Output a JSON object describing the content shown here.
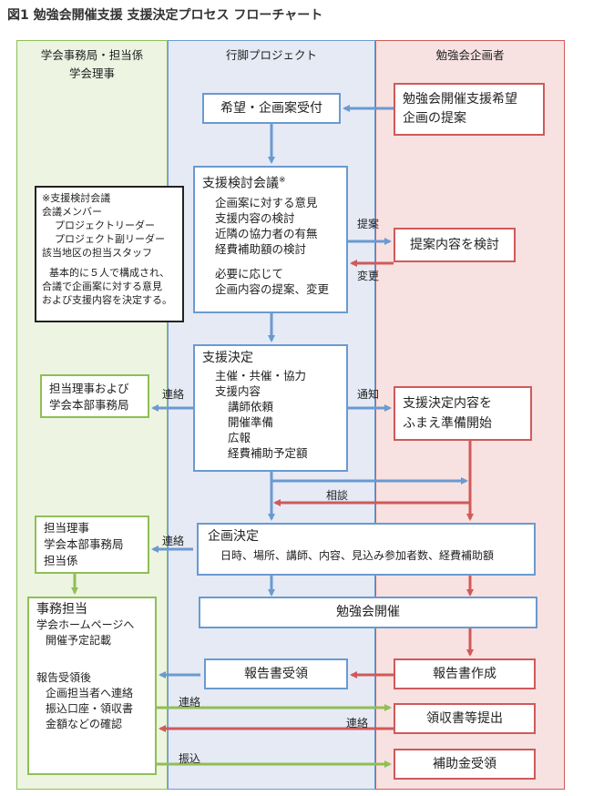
{
  "title": "図1 勉強会開催支援 支援決定プロセス フローチャート",
  "colors": {
    "blue": "#6a9ad0",
    "red": "#cf5a5a",
    "green": "#8fbf55",
    "lane_green": "#edf4e2",
    "lane_blue": "#e6eaf5",
    "lane_red": "#f8e1e1"
  },
  "lanes": {
    "secretariat": {
      "line1": "学会事務局・担当係",
      "line2": "学会理事"
    },
    "project": {
      "line1": "行脚プロジェクト"
    },
    "organizer": {
      "line1": "勉強会企画者"
    }
  },
  "boxes": {
    "proposal": {
      "line1": "勉強会開催支援希望",
      "line2": "企画の提案"
    },
    "reception": {
      "text": "希望・企画案受付"
    },
    "meeting": {
      "title": "支援検討会議",
      "mark": "※",
      "items": [
        "企画案に対する意見",
        "支援内容の検討",
        "近隣の協力者の有無",
        "経費補助額の検討"
      ],
      "extra": [
        "必要に応じて",
        "企画内容の提案、変更"
      ]
    },
    "note": {
      "title": "※支援検討会議",
      "members_label": "会議メンバー",
      "members": [
        "プロジェクトリーダー",
        "プロジェクト副リーダー",
        "該当地区の担当スタッフ"
      ],
      "desc": [
        "基本的に５人で構成され、",
        "合議で企画案に対する意見",
        "および支援内容を決定する。"
      ]
    },
    "review": {
      "text": "提案内容を検討"
    },
    "decision": {
      "title": "支援決定",
      "items": [
        "主催・共催・協力",
        "支援内容"
      ],
      "subitems": [
        "講師依頼",
        "開催準備",
        "広報",
        "経費補助予定額"
      ]
    },
    "director_contact": {
      "line1": "担当理事および",
      "line2": "学会本部事務局"
    },
    "prep_start": {
      "line1": "支援決定内容を",
      "line2": "ふまえ準備開始"
    },
    "plan_decision": {
      "title": "企画決定",
      "detail": "日時、場所、講師、内容、見込み参加者数、経費補助額"
    },
    "plan_contacts": {
      "lines": [
        "担当理事",
        "学会本部事務局",
        "担当係"
      ]
    },
    "study_session": {
      "text": "勉強会開催"
    },
    "office": {
      "title": "事務担当",
      "l1": "学会ホームページへ",
      "l2": "開催予定記載",
      "l3": "報告受領後",
      "l4": "企画担当者へ連絡",
      "l5": "振込口座・領収書",
      "l6": "金額などの確認"
    },
    "report_received": {
      "text": "報告書受領"
    },
    "report_made": {
      "text": "報告書作成"
    },
    "receipt": {
      "text": "領収書等提出"
    },
    "subsidy": {
      "text": "補助金受領"
    }
  },
  "labels": {
    "suggest": "提案",
    "change": "変更",
    "contact": "連絡",
    "notify": "通知",
    "consult": "相談",
    "transfer": "振込"
  }
}
